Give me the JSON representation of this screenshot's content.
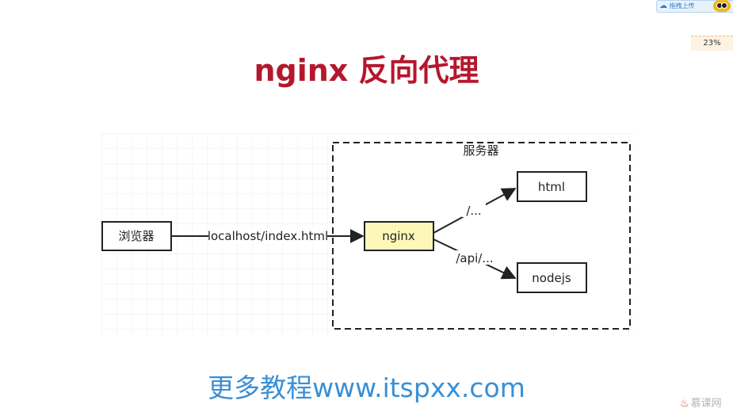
{
  "title": "nginx 反向代理",
  "diagram": {
    "server_group_label": "服务器",
    "nodes": {
      "browser": "浏览器",
      "nginx": "nginx",
      "html": "html",
      "nodejs": "nodejs"
    },
    "edges": {
      "browser_to_nginx": "localhost/index.html",
      "nginx_to_html": "/...",
      "nginx_to_nodejs": "/api/..."
    },
    "colors": {
      "nginx_fill": "#fdf8b8",
      "box_stroke": "#222222",
      "grid": "#ececec"
    }
  },
  "footer": "更多教程www.itspxx.com",
  "overlay": {
    "upload_text": "拖拽上传",
    "progress_text": "23%",
    "brand_text": "慕课网"
  }
}
